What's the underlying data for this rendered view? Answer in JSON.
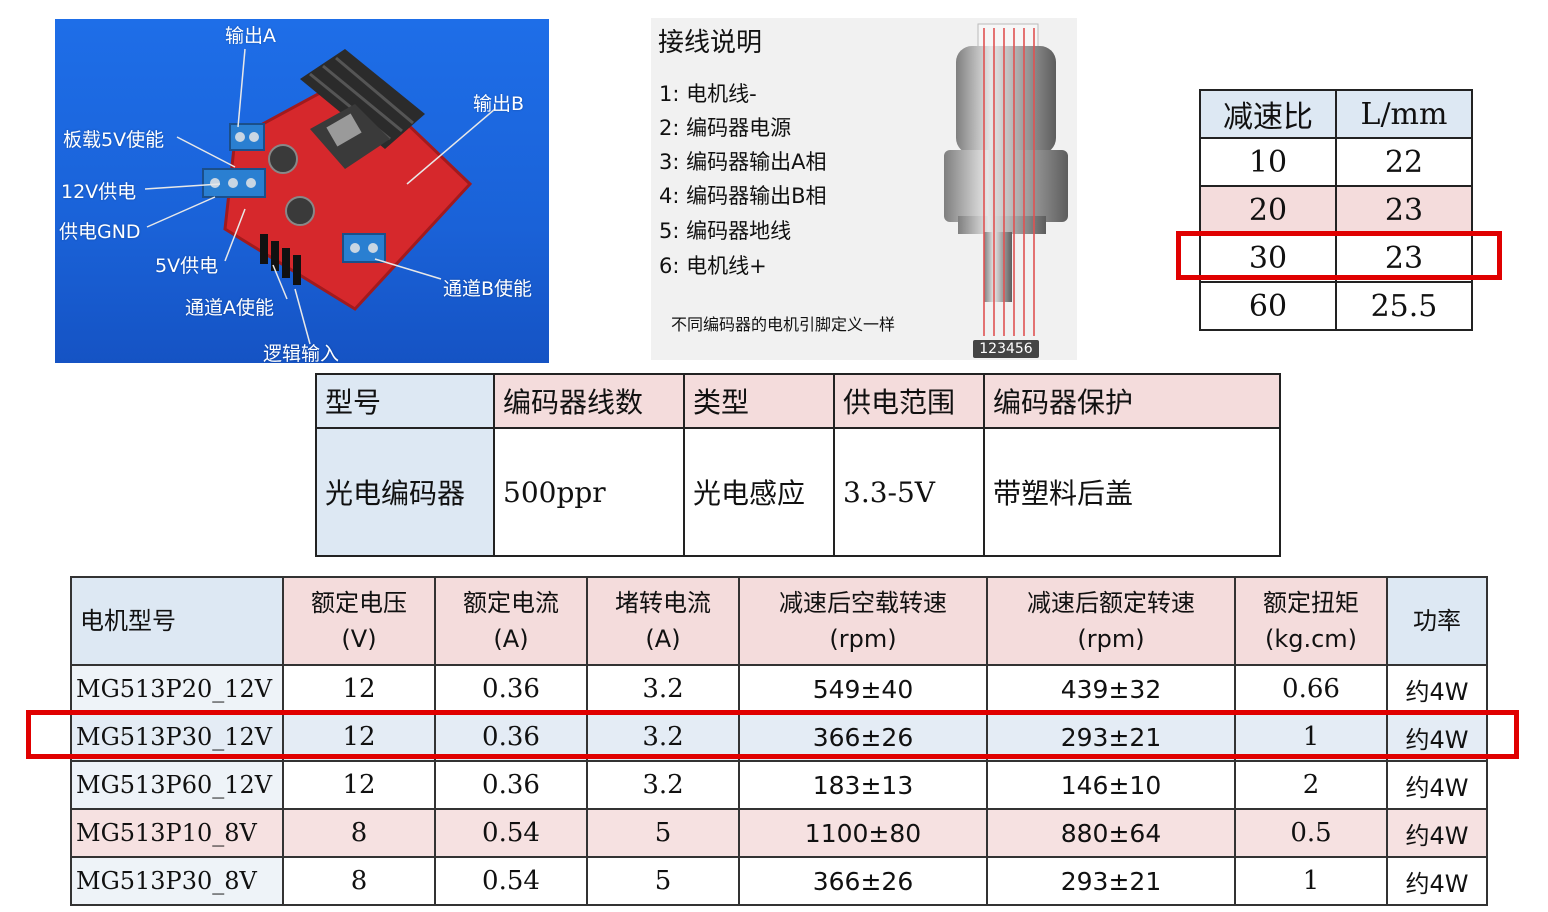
{
  "board": {
    "labels": {
      "out_a": "输出A",
      "out_b": "输出B",
      "onboard_5v_enable": "板载5V使能",
      "supply_12v": "12V供电",
      "supply_gnd": "供电GND",
      "supply_5v": "5V供电",
      "channel_a_enable": "通道A使能",
      "channel_b_enable": "通道B使能",
      "logic_input": "逻辑输入"
    }
  },
  "wiring": {
    "title": "接线说明",
    "lines": [
      "1:  电机线-",
      "2:  编码器电源",
      "3:  编码器输出A相",
      "4:  编码器输出B相",
      "5:  编码器地线",
      "6:  电机线+"
    ],
    "note": "不同编码器的电机引脚定义一样",
    "pin_tag": "123456"
  },
  "ratio_table": {
    "headers": [
      "减速比",
      "L/mm"
    ],
    "rows": [
      [
        "10",
        "22"
      ],
      [
        "20",
        "23"
      ],
      [
        "30",
        "23"
      ],
      [
        "60",
        "25.5"
      ]
    ],
    "highlighted_row": "30"
  },
  "encoder_table": {
    "headers": [
      "型号",
      "编码器线数",
      "类型",
      "供电范围",
      "编码器保护"
    ],
    "row": [
      "光电编码器",
      "500ppr",
      "光电感应",
      "3.3-5V",
      "带塑料后盖"
    ]
  },
  "motor_table": {
    "headers": [
      [
        "电机型号"
      ],
      [
        "额定电压",
        "(V)"
      ],
      [
        "额定电流",
        "(A)"
      ],
      [
        "堵转电流",
        "(A)"
      ],
      [
        "减速后空载转速",
        "(rpm)"
      ],
      [
        "减速后额定转速",
        "(rpm)"
      ],
      [
        "额定扭矩",
        "(kg.cm)"
      ],
      [
        "功率"
      ]
    ],
    "rows": [
      [
        "MG513P20_12V",
        "12",
        "0.36",
        "3.2",
        "549±40",
        "439±32",
        "0.66",
        "约4W"
      ],
      [
        "MG513P30_12V",
        "12",
        "0.36",
        "3.2",
        "366±26",
        "293±21",
        "1",
        "约4W"
      ],
      [
        "MG513P60_12V",
        "12",
        "0.36",
        "3.2",
        "183±13",
        "146±10",
        "2",
        "约4W"
      ],
      [
        "MG513P10_8V",
        "8",
        "0.54",
        "5",
        "1100±80",
        "880±64",
        "0.5",
        "约4W"
      ],
      [
        "MG513P30_8V",
        "8",
        "0.54",
        "5",
        "366±26",
        "293±21",
        "1",
        "约4W"
      ]
    ],
    "highlighted_row": "MG513P30_12V"
  },
  "colors": {
    "highlight": "#e00000",
    "header_blue": "#dde8f3",
    "header_pink": "#f4dcdc",
    "board_bg": "#1a62d8",
    "pcb_red": "#d6282c"
  }
}
